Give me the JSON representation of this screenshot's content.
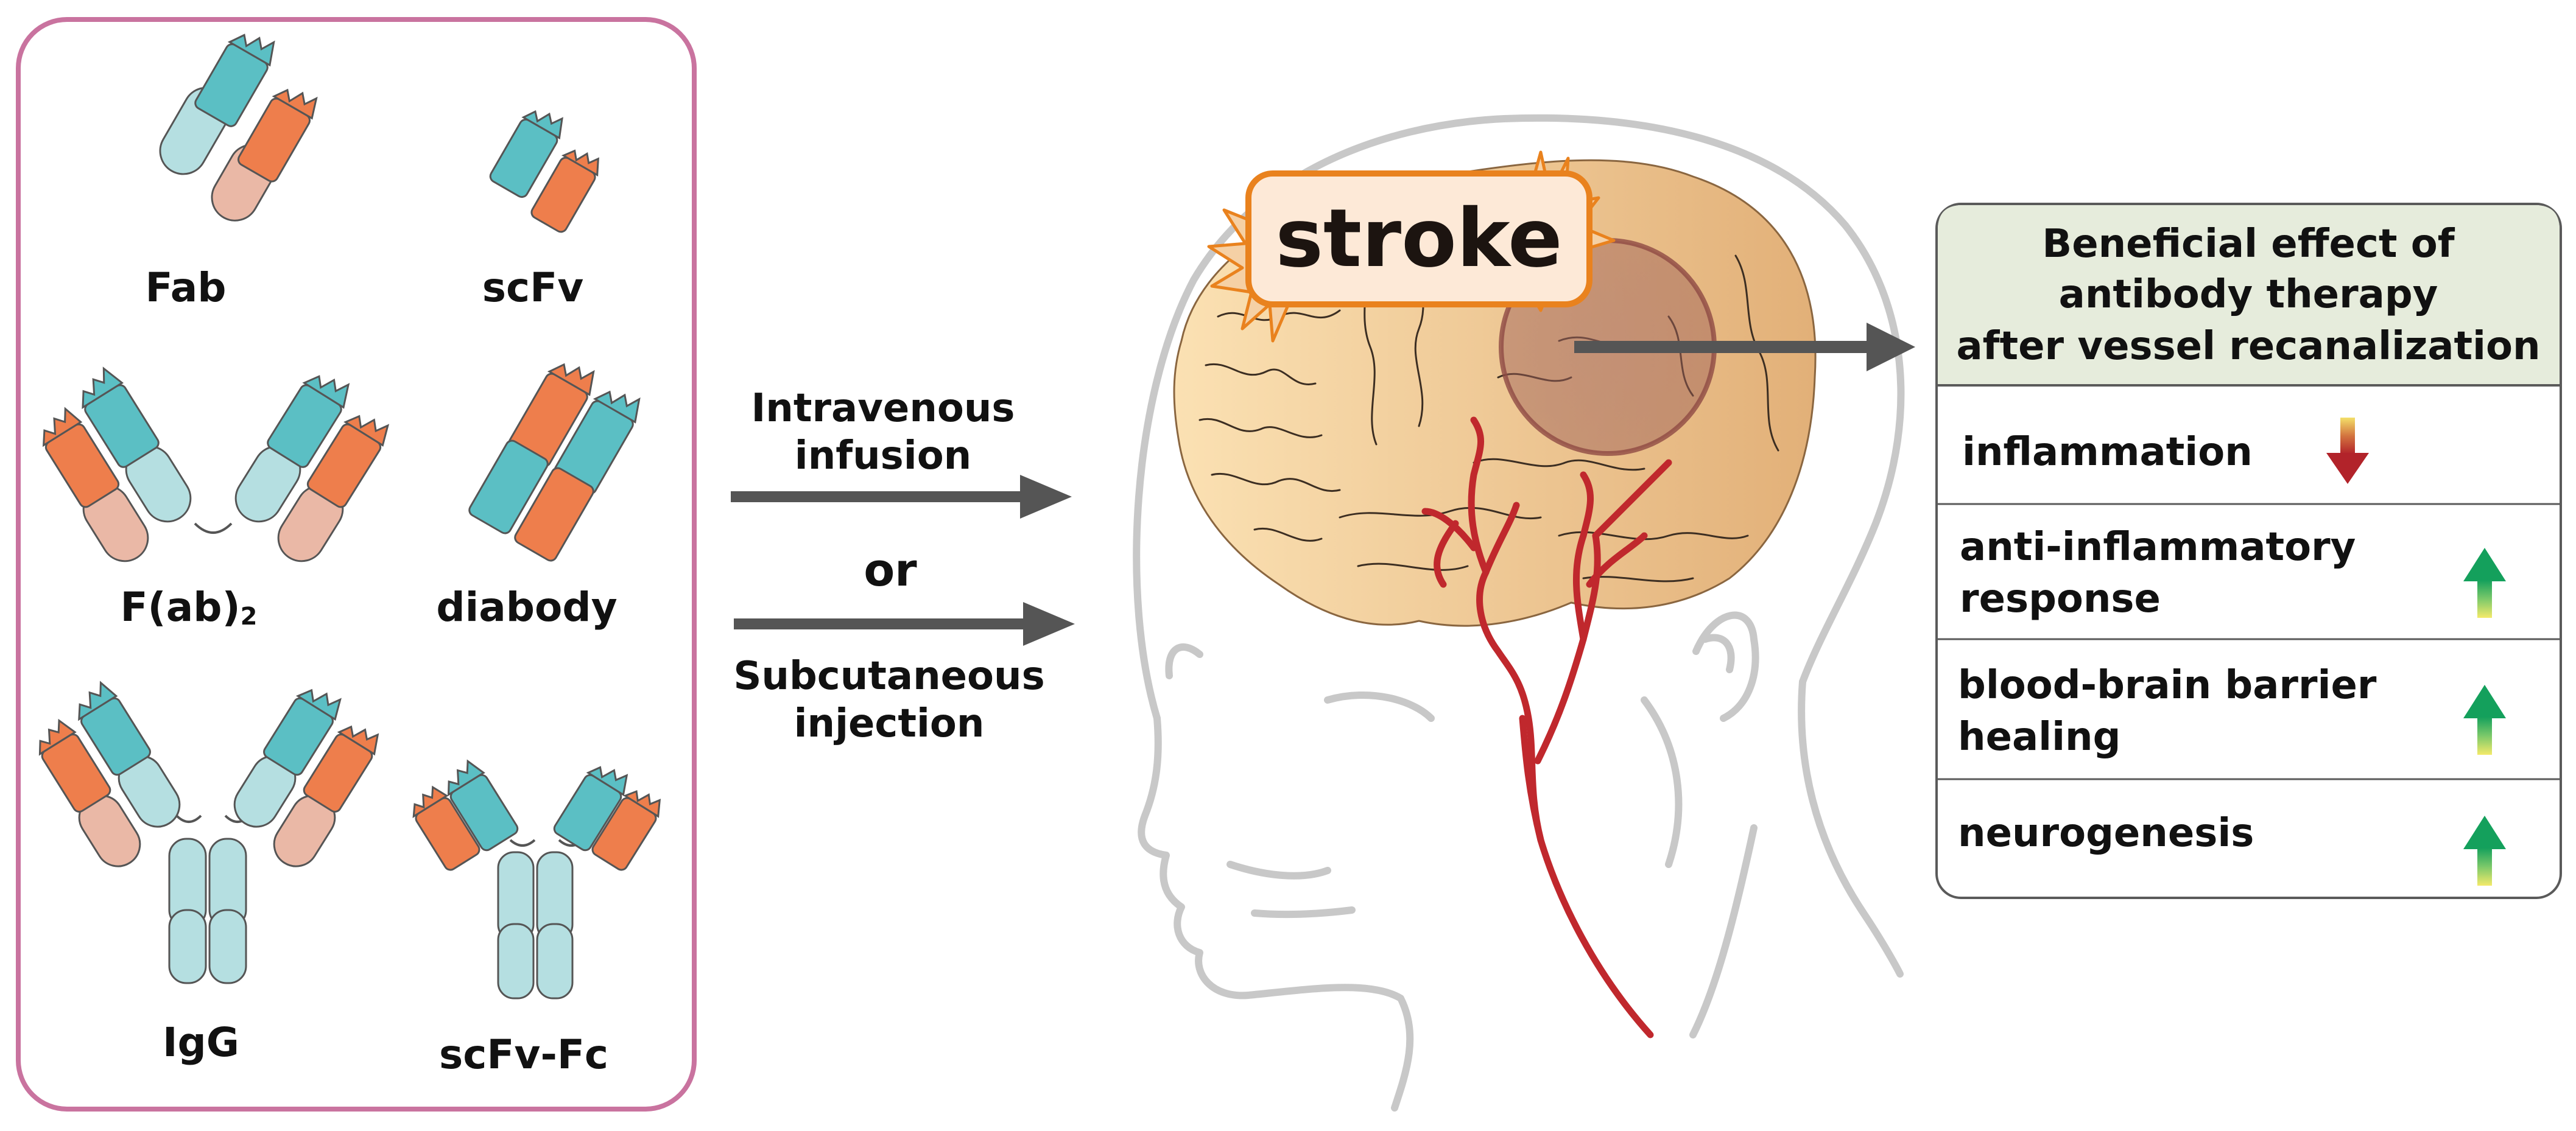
{
  "formats": {
    "items": [
      {
        "label": "Fab"
      },
      {
        "label": "scFv"
      },
      {
        "label": "F(ab)",
        "sub": "2"
      },
      {
        "label": "diabody"
      },
      {
        "label": "IgG"
      },
      {
        "label": "scFv-Fc"
      }
    ]
  },
  "delivery": {
    "route1": [
      "Intravenous",
      "infusion"
    ],
    "connector": "or",
    "route2": [
      "Subcutaneous",
      "injection"
    ]
  },
  "event": {
    "label": "stroke"
  },
  "effects": {
    "title": [
      "Beneficial effect of",
      "antibody therapy",
      "after vessel recanalization"
    ],
    "items": [
      {
        "lines": [
          "inflammation"
        ],
        "direction": "down",
        "icon": "arrow-down-icon"
      },
      {
        "lines": [
          "anti-inflammatory",
          "response"
        ],
        "direction": "up",
        "icon": "arrow-up-icon"
      },
      {
        "lines": [
          "blood-brain barrier",
          "healing"
        ],
        "direction": "up",
        "icon": "arrow-up-icon"
      },
      {
        "lines": [
          "neurogenesis"
        ],
        "direction": "up",
        "icon": "arrow-up-icon"
      }
    ]
  },
  "colors": {
    "frame": "#c9739f",
    "teal": "#5bbfc4",
    "orange": "#ee7e4c",
    "light_teal": "#b5dfe1",
    "light_orange": "#eab8a6",
    "brain": "#f2c98f",
    "artery": "#c0282d",
    "lesion": "#a0625b",
    "burst": "#e9821e",
    "box_header": "#e6ecdc",
    "arrow_gray": "#555555",
    "up": "#14a05c",
    "down": "#b2232a"
  }
}
